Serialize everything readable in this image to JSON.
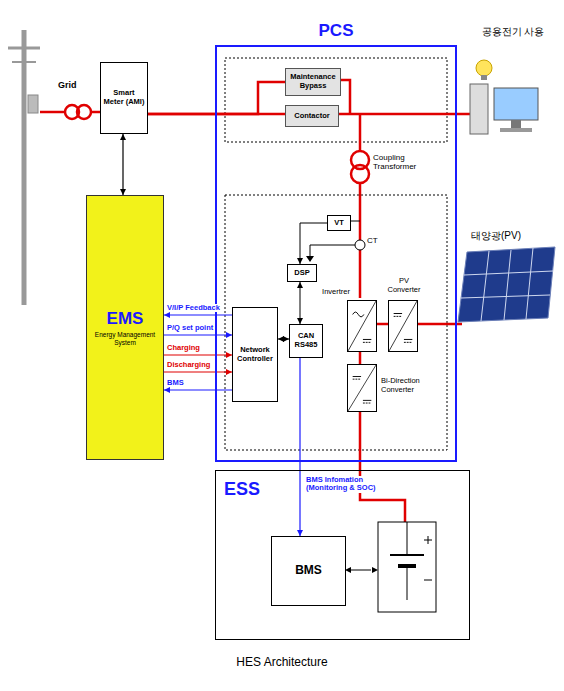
{
  "diagram": {
    "caption": "HES Architecture",
    "nodes": [
      {
        "text": [
          "Smart Meter (AMI)"
        ]
      },
      {
        "text": [
          "PCS"
        ]
      },
      {
        "text": [
          "Maintenance Bypass"
        ],
        "in": 1
      },
      {
        "text": [
          "Contactor"
        ],
        "in": 1
      },
      {
        "text": [
          "EMS",
          "Energy Management System"
        ]
      },
      {
        "text": [
          "VT"
        ],
        "in": 1
      },
      {
        "text": [
          "DSP"
        ],
        "in": 1
      },
      {
        "text": [
          "CAN RS485"
        ],
        "in": 1
      },
      {
        "text": [
          "Network Controller"
        ],
        "in": 1
      },
      {
        "text": [
          "Invertrer"
        ],
        "in": 1
      },
      {
        "text": [
          "PV Converter"
        ],
        "in": 1
      },
      {
        "text": [
          "Bi-Direction Converter"
        ],
        "in": 1
      },
      {
        "text": [
          "ESS"
        ]
      },
      {
        "text": [
          "BMS"
        ],
        "in": 12
      }
    ],
    "edges": [
      {
        "from": 0,
        "to": 4,
        "arrow": "both"
      },
      {
        "from": 0,
        "to": 2,
        "arrow": "none"
      },
      {
        "from": 0,
        "to": 3,
        "arrow": "none"
      },
      {
        "from": 8,
        "to": 4,
        "label": "V/I/P Feedback",
        "arrow": "to"
      },
      {
        "from": 4,
        "to": 8,
        "label": "P/Q set point",
        "arrow": "to"
      },
      {
        "from": 4,
        "to": 8,
        "label": "Charging",
        "arrow": "to"
      },
      {
        "from": 4,
        "to": 8,
        "label": "Discharging",
        "arrow": "to"
      },
      {
        "from": 8,
        "to": 4,
        "label": "BMS",
        "arrow": "to"
      },
      {
        "from": 6,
        "to": 7,
        "arrow": "both"
      },
      {
        "from": 7,
        "to": 8,
        "arrow": "both"
      },
      {
        "from": 5,
        "to": 6,
        "arrow": "to"
      },
      {
        "from": 9,
        "to": 10,
        "arrow": "none"
      },
      {
        "from": 9,
        "to": 11,
        "arrow": "none"
      },
      {
        "from": 7,
        "to": 13,
        "label": "BMS Infomation (Monitoring & SOC)",
        "arrow": "to"
      }
    ],
    "labels": [
      "Grid",
      "Coupling Transformer",
      "CT",
      "공용전기 사용",
      "태양광(PV)"
    ]
  }
}
